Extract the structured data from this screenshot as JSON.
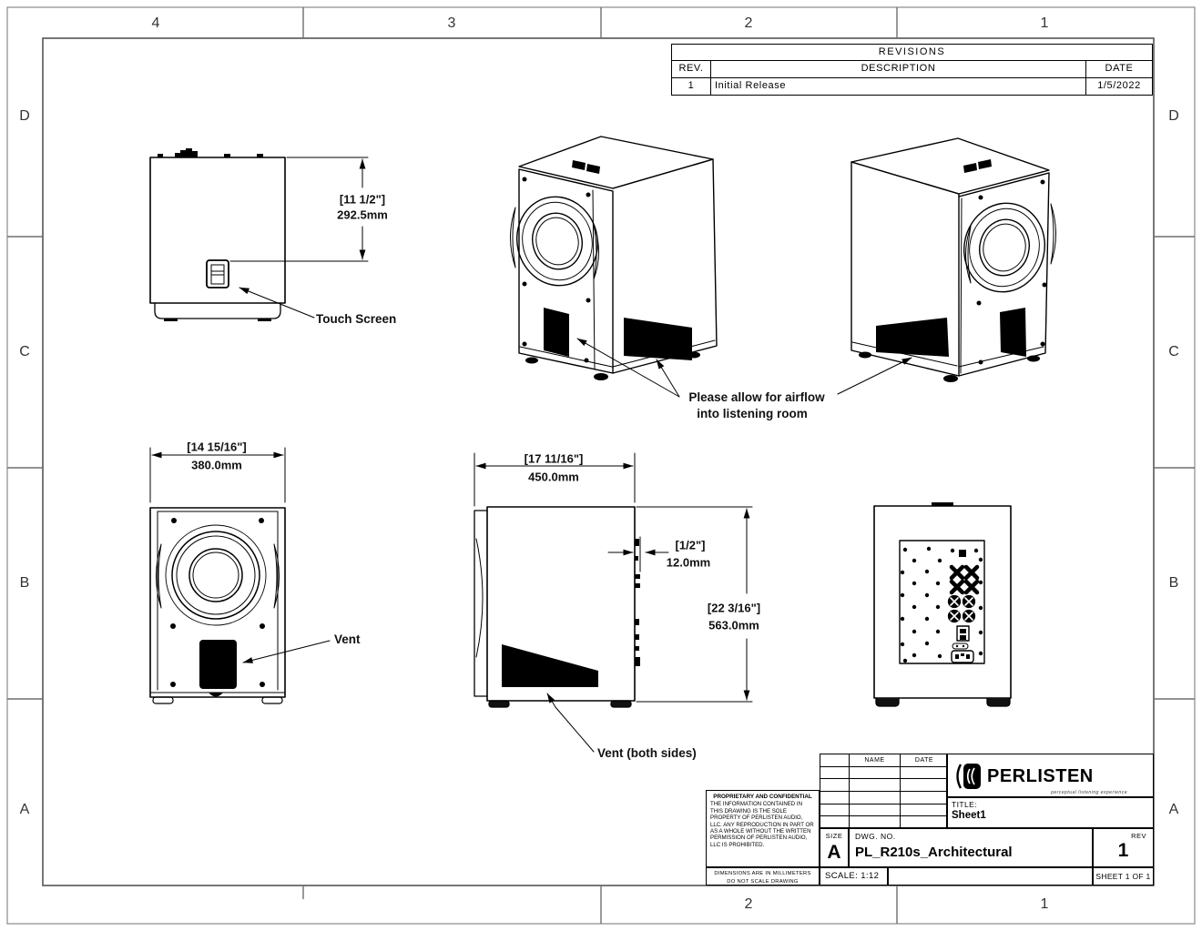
{
  "zones_top": [
    "4",
    "3",
    "2",
    "1"
  ],
  "zones_bottom": [
    "2",
    "1"
  ],
  "zones_left": [
    "D",
    "C",
    "B",
    "A"
  ],
  "zones_right": [
    "D",
    "C",
    "B",
    "A"
  ],
  "revisions": {
    "title": "REVISIONS",
    "col_rev": "REV.",
    "col_description": "DESCRIPTION",
    "col_date": "DATE",
    "rows": [
      {
        "rev": "1",
        "description": "Initial Release",
        "date": "1/5/2022"
      }
    ]
  },
  "dims": {
    "height_upper_in": "[11 1/2\"]",
    "height_upper_mm": "292.5mm",
    "width_in": "[14 15/16\"]",
    "width_mm": "380.0mm",
    "depth_in": "[17 11/16\"]",
    "depth_mm": "450.0mm",
    "offset_in": "[1/2\"]",
    "offset_mm": "12.0mm",
    "height_in": "[22 3/16\"]",
    "height_mm": "563.0mm"
  },
  "labels": {
    "touch_screen": "Touch Screen",
    "vent": "Vent",
    "vent_both_sides": "Vent (both sides)",
    "airflow_line1": "Please allow for airflow",
    "airflow_line2": "into listening room"
  },
  "title_block": {
    "name_col": "NAME",
    "date_col": "DATE",
    "brand": "PERLISTEN",
    "tagline": "perceptual listening experience",
    "title_label": "TITLE:",
    "title_value": "Sheet1",
    "size_label": "SIZE",
    "size_value": "A",
    "dwg_no_label": "DWG.  NO.",
    "dwg_no_value": "PL_R210s_Architectural",
    "rev_label": "REV",
    "rev_value": "1",
    "scale": "SCALE: 1:12",
    "sheet": "SHEET 1 OF 1",
    "prop_title": "PROPRIETARY AND CONFIDENTIAL",
    "prop_body": "THE INFORMATION CONTAINED IN THIS DRAWING IS THE SOLE PROPERTY OF PERLISTEN AUDIO, LLC.  ANY REPRODUCTION IN PART OR AS A WHOLE WITHOUT THE WRITTEN PERMISSION OF PERLISTEN AUDIO, LLC IS PROHIBITED.",
    "dims_note1": "DIMENSIONS ARE IN MILLIMETERS",
    "dims_note2": "DO NOT SCALE DRAWING"
  }
}
